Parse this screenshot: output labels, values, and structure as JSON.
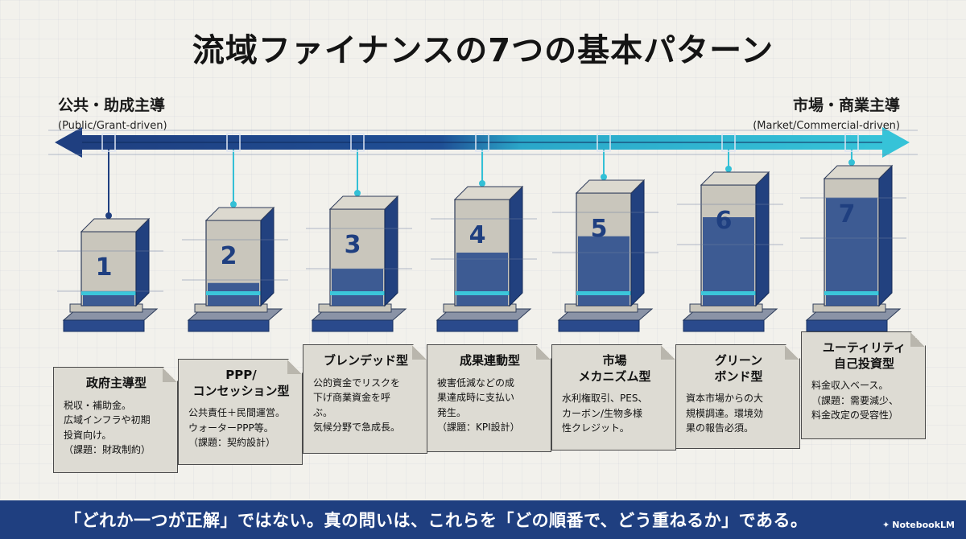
{
  "title": "流域ファイナンスの7つの基本パターン",
  "poles": {
    "left": {
      "jp": "公共・助成主導",
      "en": "(Public/Grant-driven)"
    },
    "right": {
      "jp": "市場・商業主導",
      "en": "(Market/Commercial-driven)"
    }
  },
  "colors": {
    "navy": "#1f3f80",
    "cyan": "#33c0d6",
    "stone": "#c9c6bc"
  },
  "pillars": [
    {
      "number": "1",
      "title": "政府主導型",
      "body": "税収・補助金。\n広域インフラや初期\n投資向け。\n（課題：財政制約）"
    },
    {
      "number": "2",
      "title": "PPP/\nコンセッション型",
      "body": "公共責任＋民間運営。\nウォーターPPP等。\n（課題：契約設計）"
    },
    {
      "number": "3",
      "title": "ブレンデッド型",
      "body": "公的資金でリスクを\n下げ商業資金を呼\nぶ。\n気候分野で急成長。"
    },
    {
      "number": "4",
      "title": "成果連動型",
      "body": "被害低減などの成\n果達成時に支払い\n発生。\n（課題：KPI設計）"
    },
    {
      "number": "5",
      "title": "市場\nメカニズム型",
      "body": "水利権取引、PES、\nカーボン/生物多様\n性クレジット。"
    },
    {
      "number": "6",
      "title": "グリーン\nボンド型",
      "body": "資本市場からの大\n規模調達。環境効\n果の報告必須。"
    },
    {
      "number": "7",
      "title": "ユーティリティ\n自己投資型",
      "body": "料金収入ベース。\n（課題：需要減少、\n料金改定の受容性）"
    }
  ],
  "footer": {
    "message": "「どれか一つが正解」ではない。真の問いは、これらを「どの順番で、どう重ねるか」である。",
    "brand": "NotebookLM"
  }
}
